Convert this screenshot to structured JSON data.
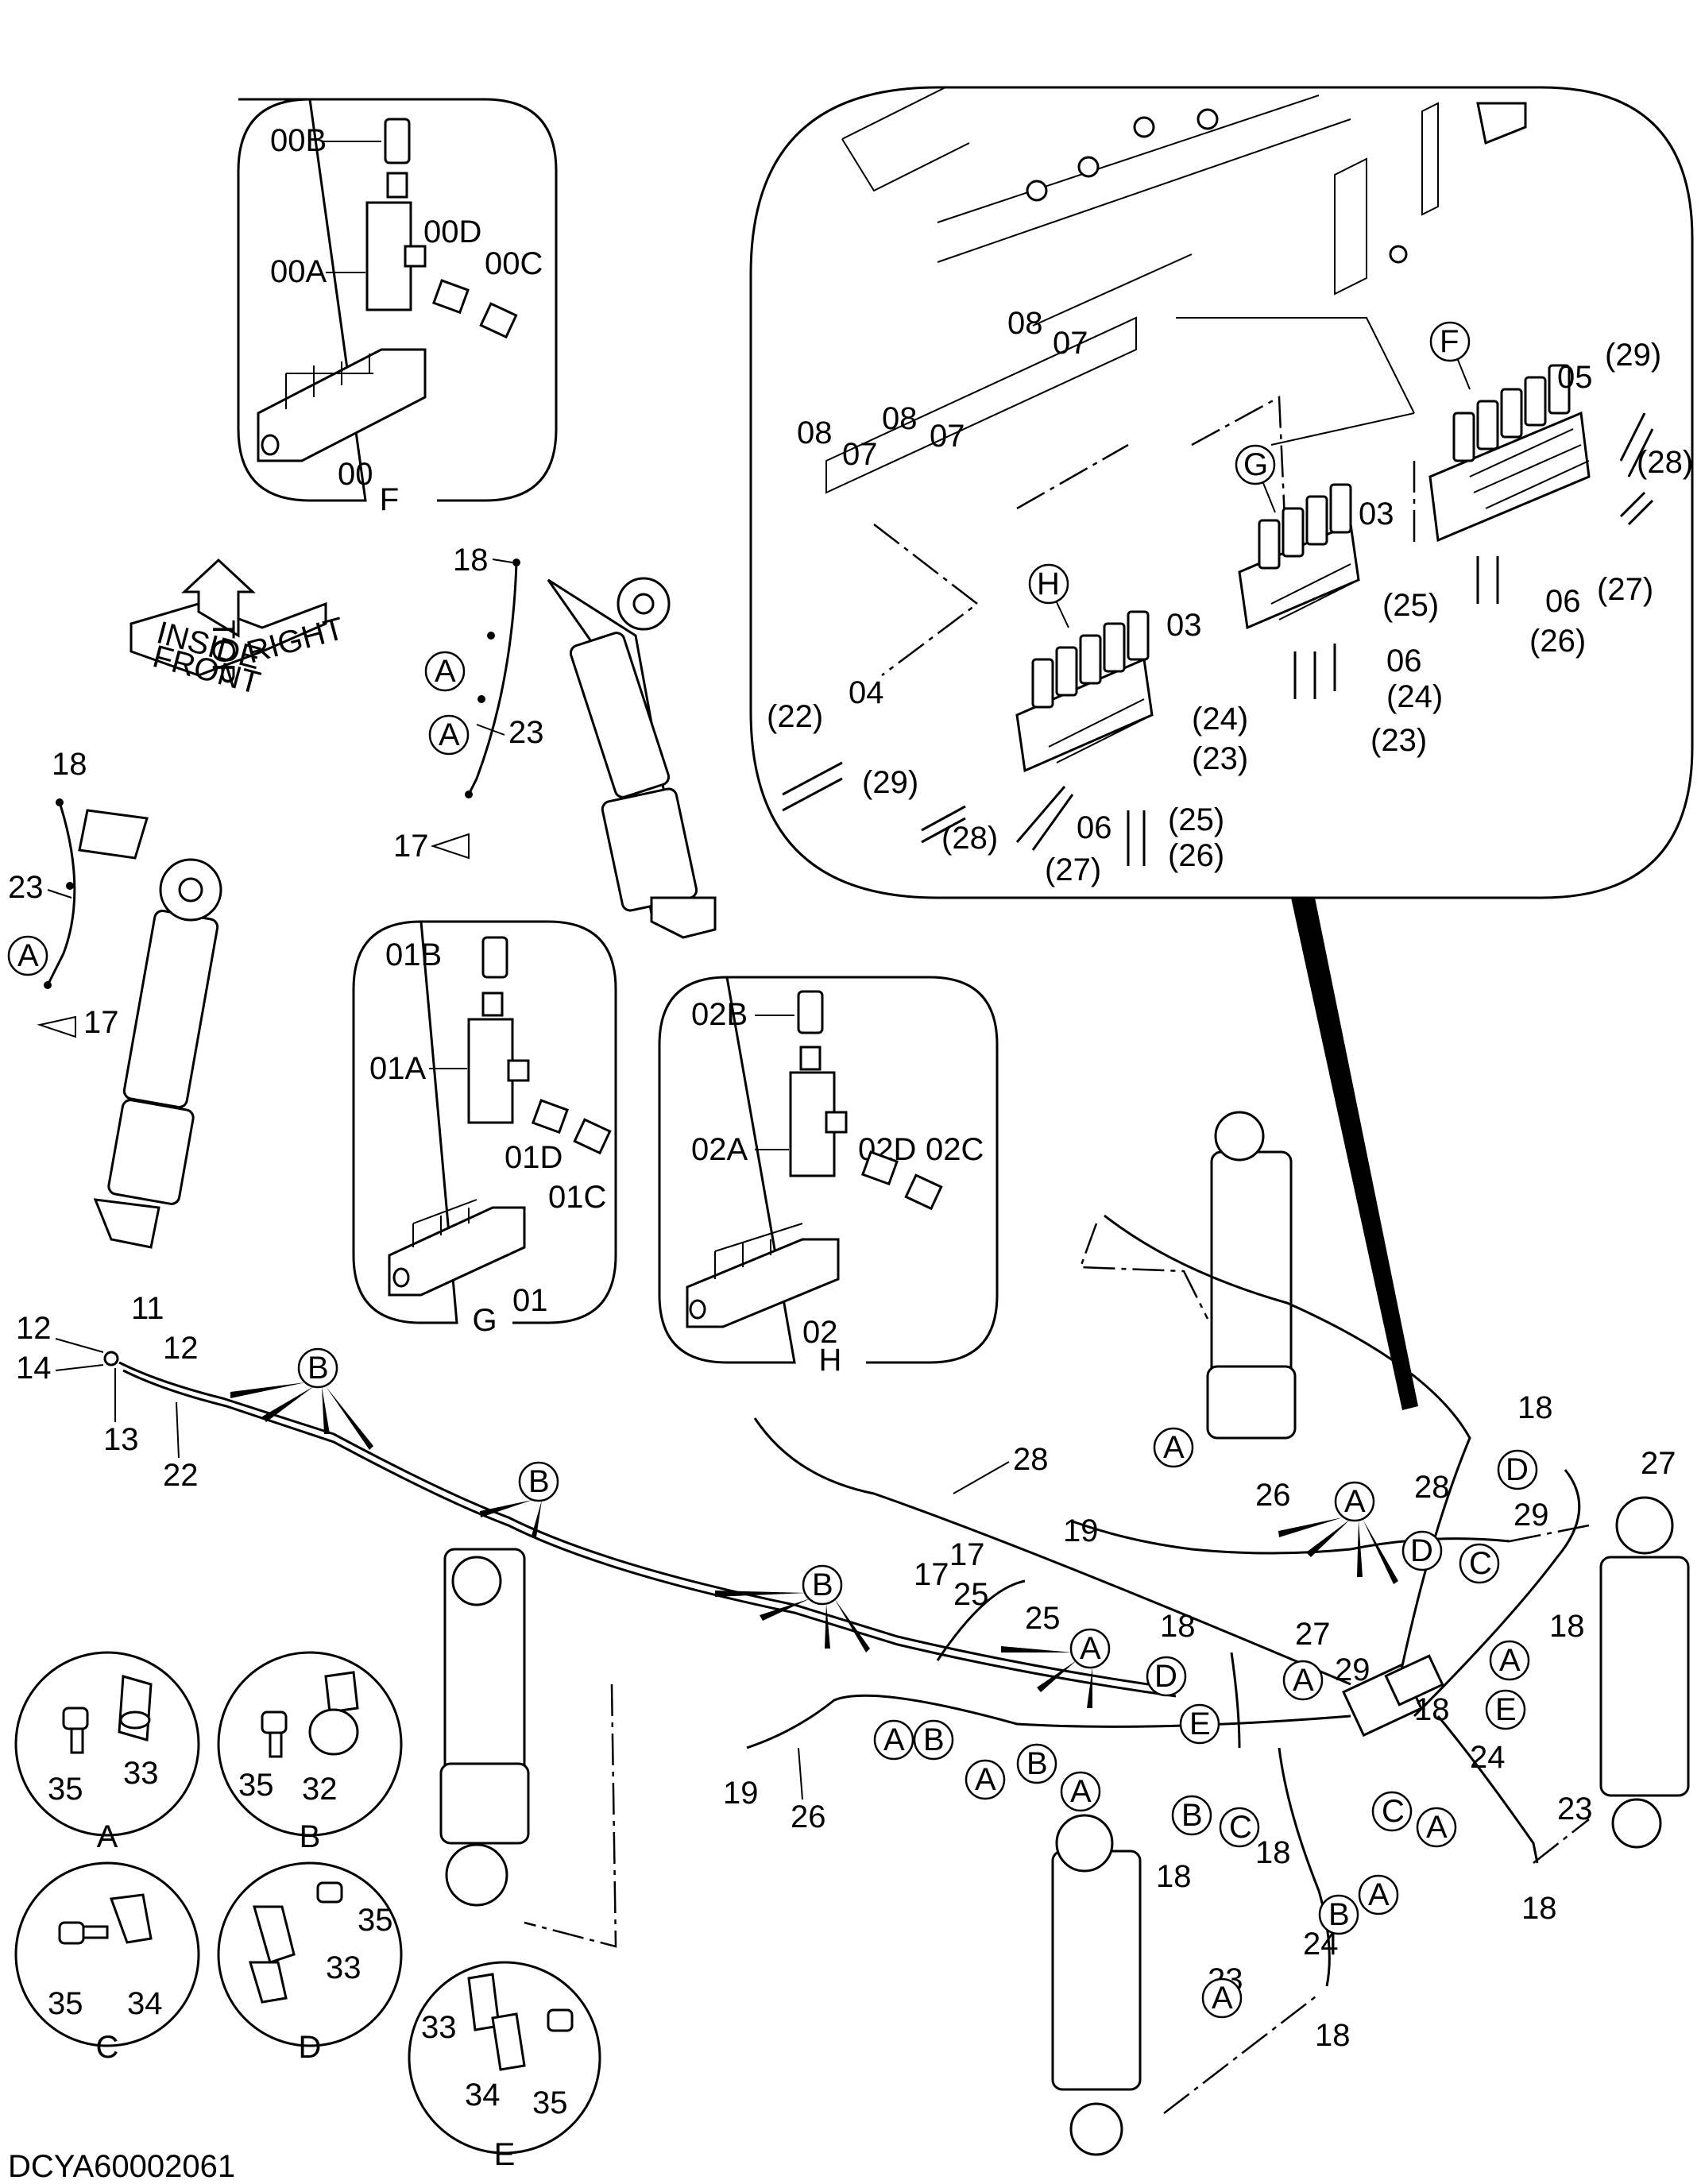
{
  "drawing_code": "DCYA60002061",
  "views": {
    "F": {
      "title": "F",
      "labels": [
        "00B",
        "00A",
        "00D",
        "00C",
        "00"
      ]
    },
    "G": {
      "title": "G",
      "labels": [
        "01B",
        "01A",
        "01D",
        "01C",
        "01"
      ]
    },
    "H": {
      "title": "H",
      "labels": [
        "02B",
        "02A",
        "02D",
        "02C",
        "02"
      ]
    }
  },
  "direction_indicator": {
    "top": "TOP",
    "front": "FRONT",
    "right": "RIGHT",
    "inside": "INSIDE"
  },
  "detail_views": {
    "A": {
      "title": "A",
      "parts": [
        "35",
        "33"
      ]
    },
    "B": {
      "title": "B",
      "parts": [
        "35",
        "32"
      ]
    },
    "C": {
      "title": "C",
      "parts": [
        "35",
        "34"
      ]
    },
    "D": {
      "title": "D",
      "parts": [
        "35",
        "33"
      ]
    },
    "E": {
      "title": "E",
      "parts": [
        "33",
        "34",
        "35"
      ]
    }
  },
  "enlarged_view": {
    "block_markers": [
      "F",
      "G",
      "H"
    ],
    "labels": [
      "08",
      "07",
      "08",
      "07",
      "08",
      "07",
      "05",
      "(29)",
      "(28)",
      "03",
      "06",
      "(27)",
      "(25)",
      "(26)",
      "03",
      "06",
      "(24)",
      "(24)",
      "(23)",
      "(23)",
      "(22)",
      "04",
      "(29)",
      "(28)",
      "06",
      "(27)",
      "(25)",
      "(26)"
    ]
  },
  "balloons": [
    "A",
    "B",
    "C",
    "D",
    "E"
  ],
  "part_numbers": [
    "00",
    "01",
    "02",
    "03",
    "04",
    "05",
    "06",
    "07",
    "08",
    "11",
    "12",
    "13",
    "14",
    "17",
    "18",
    "19",
    "22",
    "23",
    "24",
    "25",
    "26",
    "27",
    "28",
    "29",
    "32",
    "33",
    "34",
    "35"
  ],
  "top_left_cylinder": {
    "labels": [
      "18",
      "23",
      "17"
    ]
  },
  "left_cylinder": {
    "labels": [
      "18",
      "23",
      "17"
    ]
  },
  "lower_assembly": {
    "left_fitting": [
      "12",
      "11",
      "14",
      "12",
      "13"
    ],
    "labels": [
      "22",
      "28",
      "19",
      "26",
      "17",
      "17",
      "25",
      "25",
      "18",
      "27",
      "29",
      "18",
      "28",
      "27",
      "29",
      "18",
      "18",
      "24",
      "23",
      "18",
      "18",
      "18",
      "24",
      "23",
      "18",
      "19",
      "26"
    ]
  }
}
